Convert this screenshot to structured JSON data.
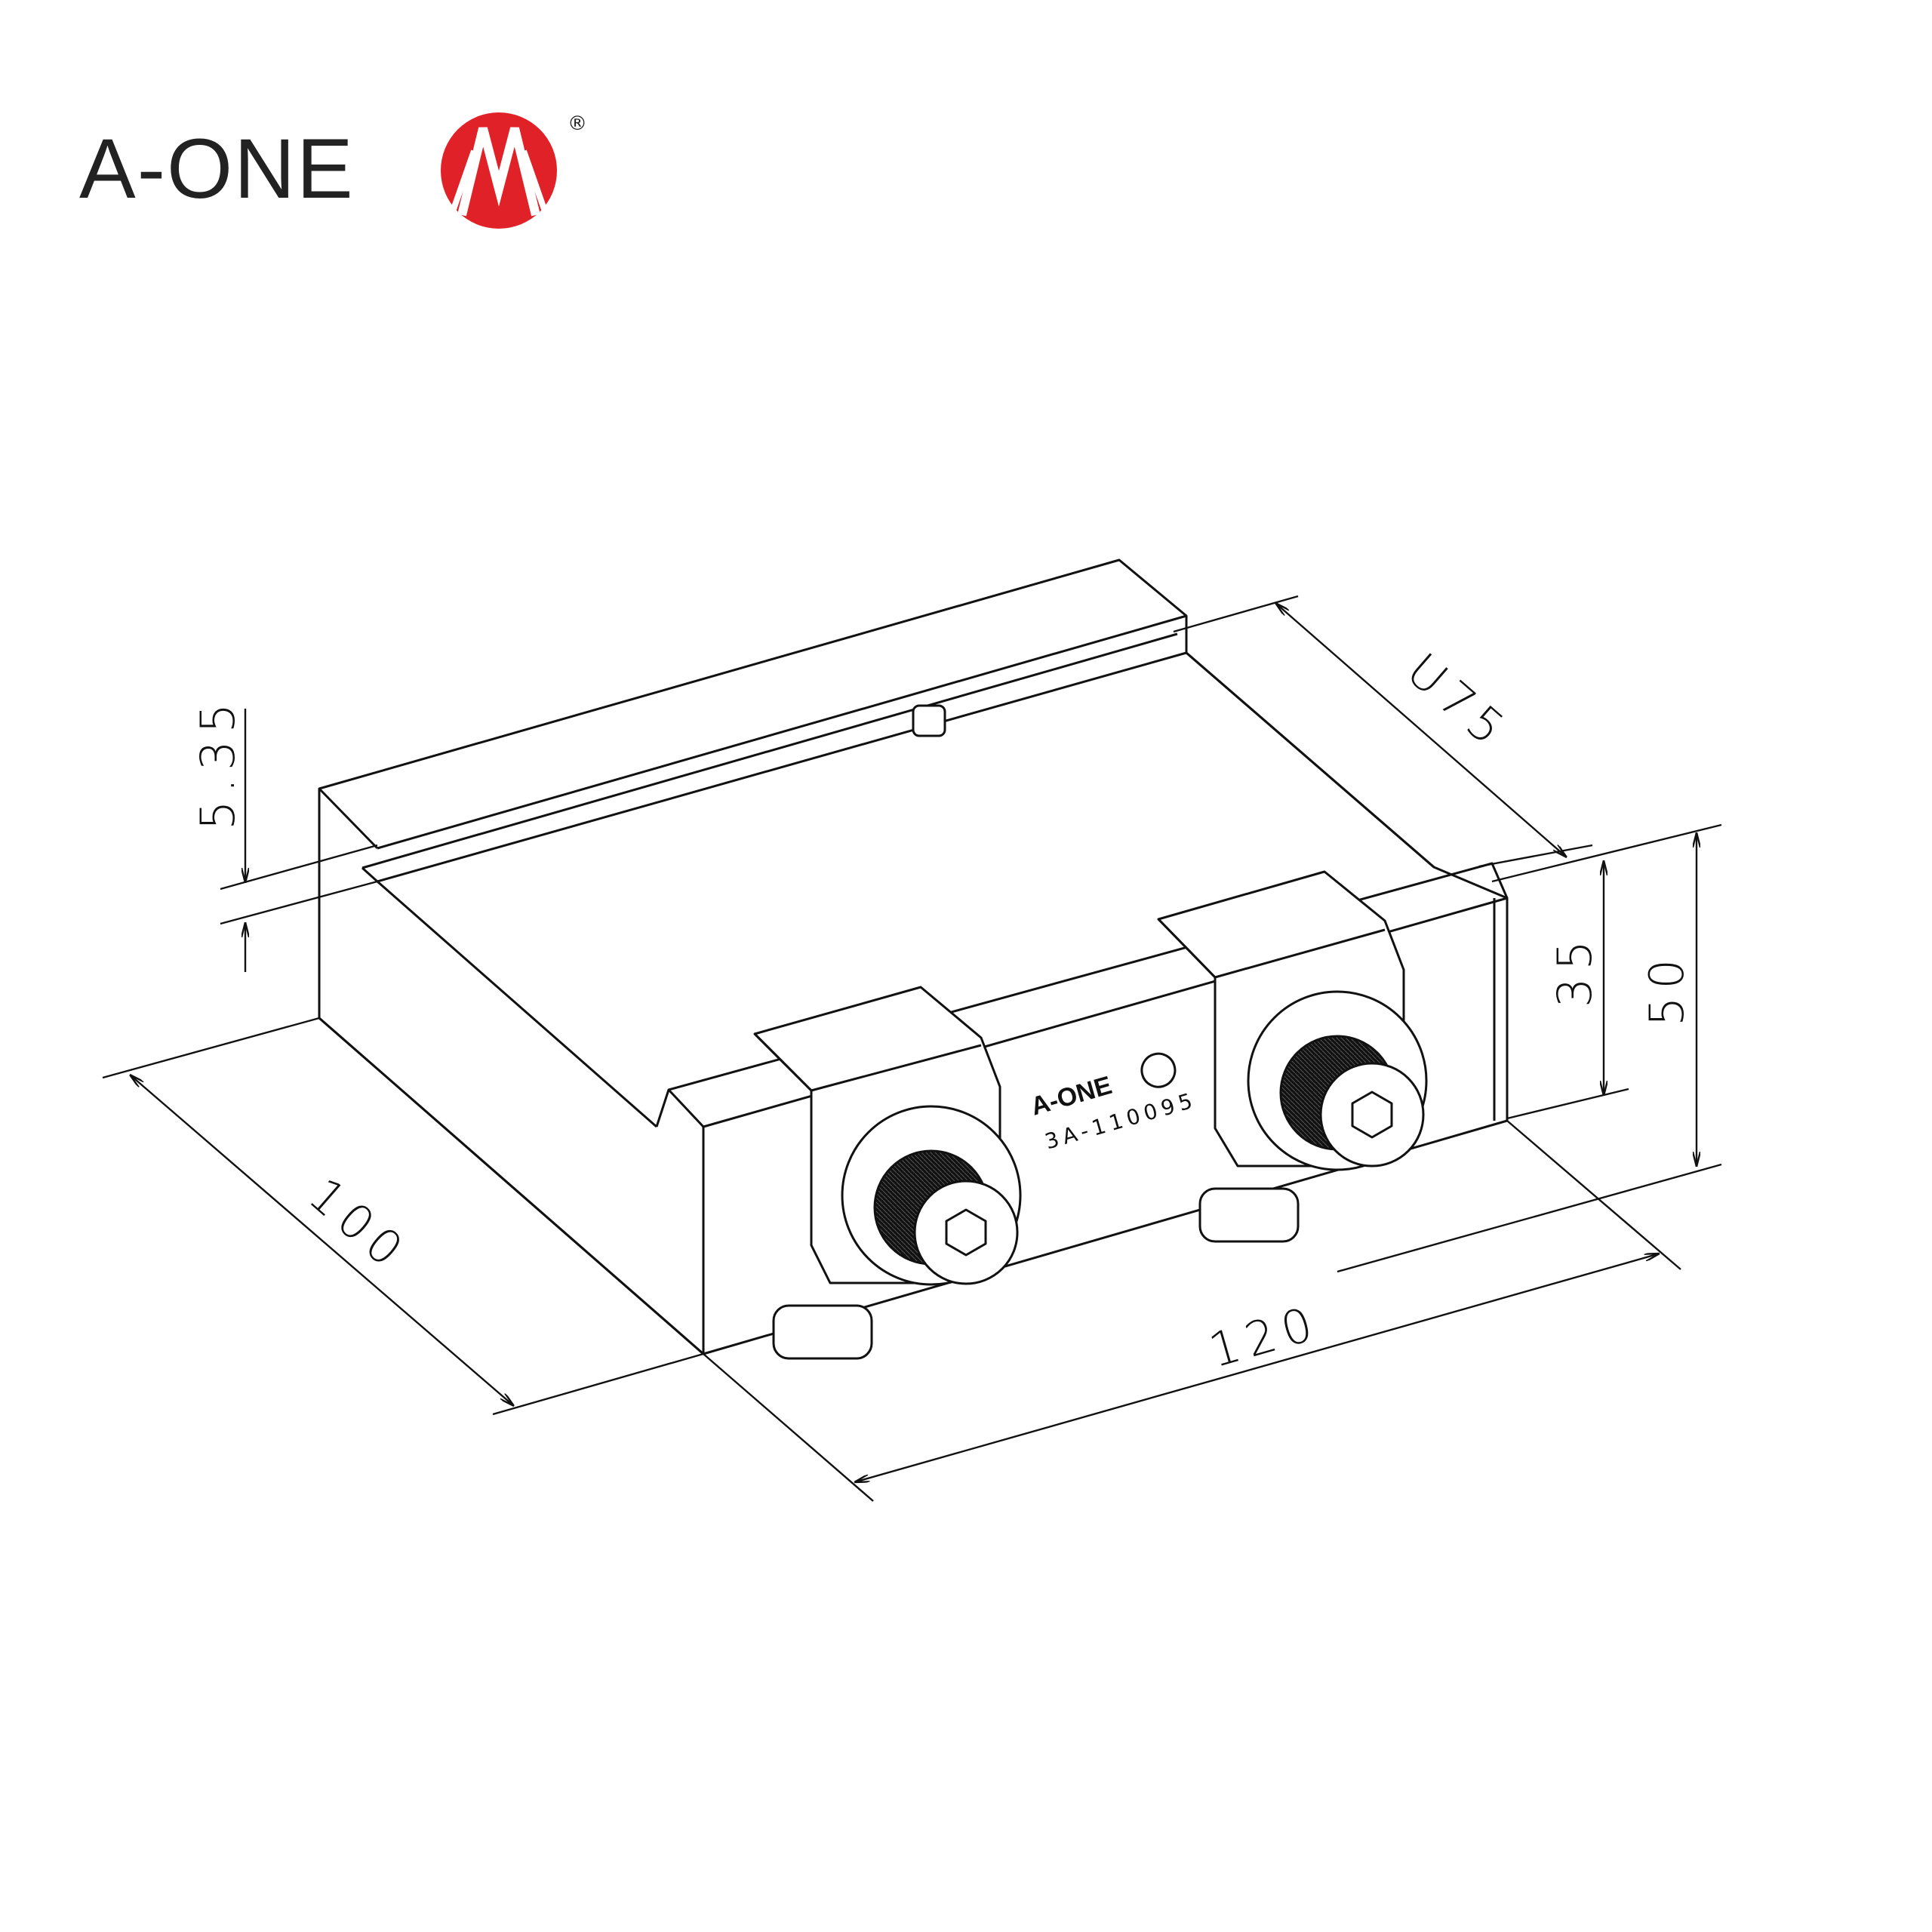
{
  "logo": {
    "brand": "A-ONE",
    "registered": "®",
    "accent_color": "#e02127"
  },
  "part": {
    "stamp_brand": "A-ONE",
    "part_number": "3A-110095"
  },
  "dimensions": {
    "lip": "5.35",
    "depth": "100",
    "width": "120",
    "slot": "U75",
    "height_inner": "35",
    "height_total": "50"
  },
  "colors": {
    "line": "#111111",
    "background": "#ffffff"
  }
}
